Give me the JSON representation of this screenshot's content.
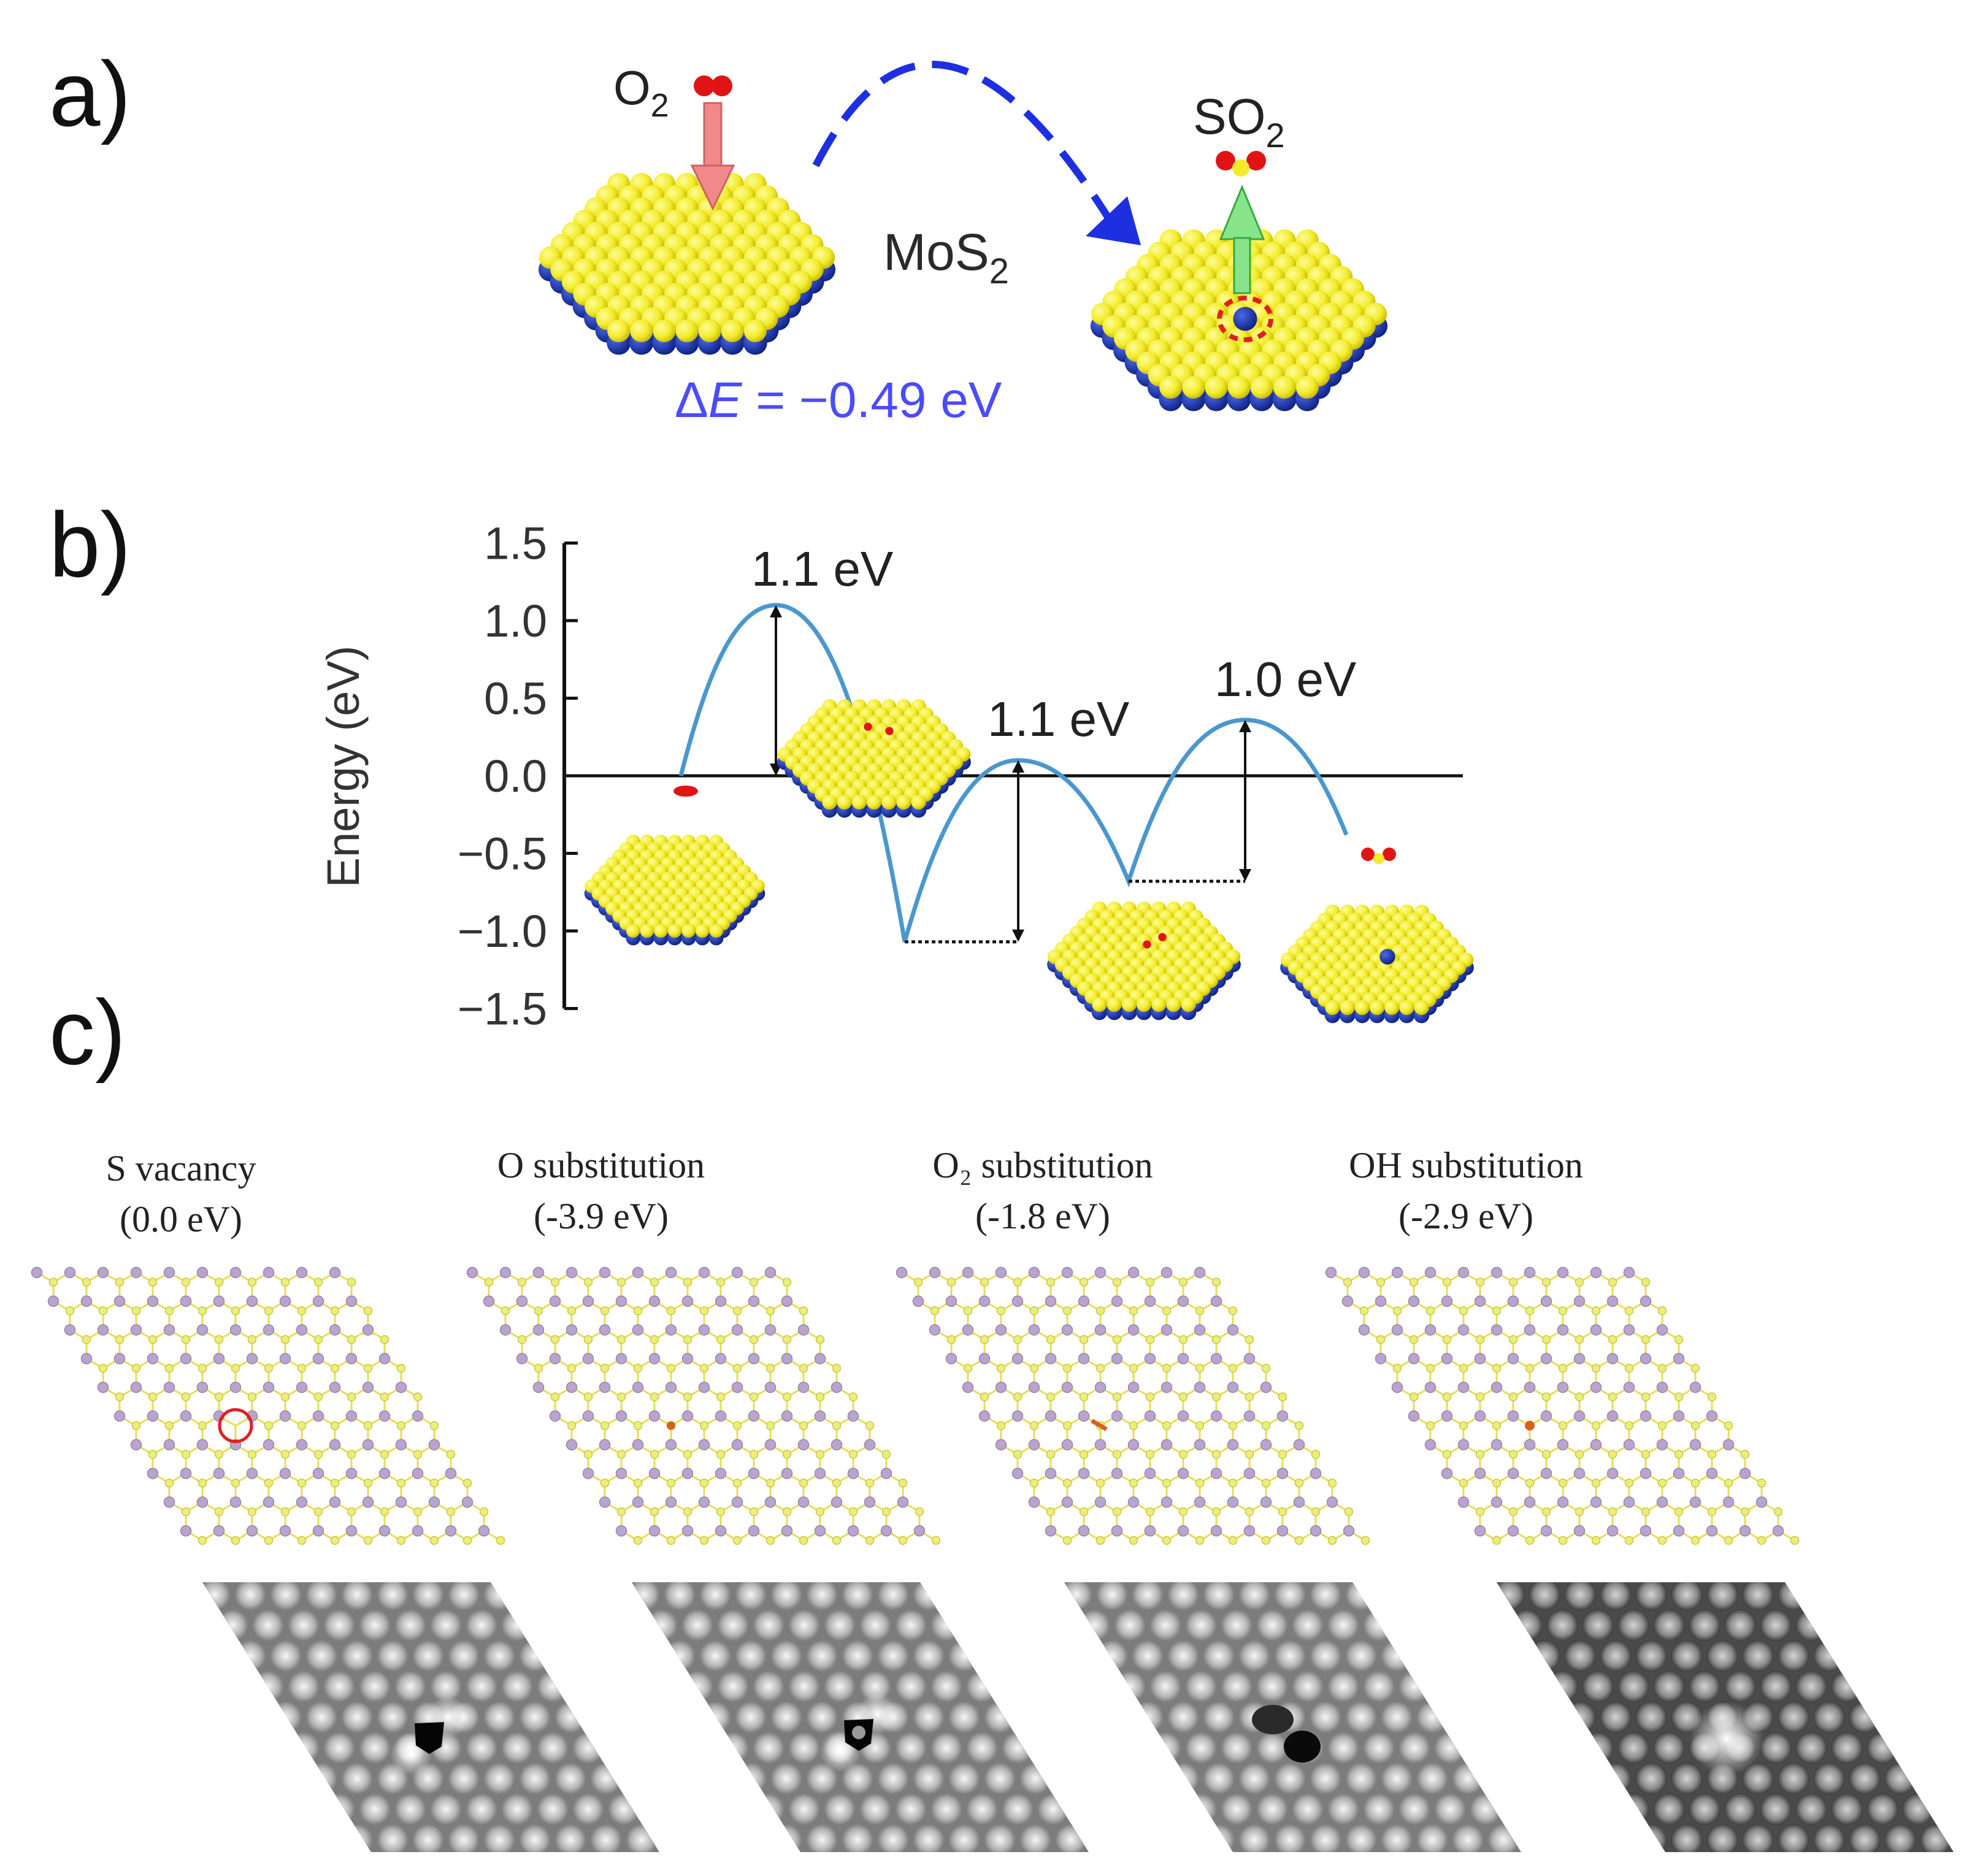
{
  "panels": {
    "a": {
      "label": "a)",
      "o2": "O",
      "o2_sub": "2",
      "so2": "SO",
      "so2_sub": "2",
      "mos2": "MoS",
      "mos2_sub": "2",
      "delta_prefix": "Δ",
      "delta_var": "E",
      "delta_value": " = −0.49 eV",
      "colors": {
        "sulfur": "#f2ec2a",
        "molybdenum": "#1f3cb4",
        "oxygen": "#e01414",
        "delta_text": "#4b4bff",
        "arrow_dash": "#1d2fe0",
        "down_arrow": "#f08a8a",
        "up_arrow": "#88e48a"
      }
    },
    "b": {
      "label": "b)",
      "ylabel": "Energy (eV)",
      "curve_color": "#4a97cf",
      "chart_data": {
        "type": "line",
        "ylabel": "Energy (eV)",
        "ylim": [
          -1.5,
          1.5
        ],
        "yticks": [
          "1.5",
          "1.0",
          "0.5",
          "0.0",
          "−0.5",
          "−1.0",
          "−1.5"
        ],
        "ytick_values": [
          1.5,
          1.0,
          0.5,
          0.0,
          -0.5,
          -1.0,
          -1.5
        ],
        "path_energies": [
          0.0,
          1.1,
          -1.07,
          0.1,
          -0.68,
          0.36,
          -0.38
        ],
        "barriers": [
          {
            "label": "1.1 eV",
            "from": 0.0,
            "to": 1.1
          },
          {
            "label": "1.1 eV",
            "from": -1.07,
            "to": 0.1
          },
          {
            "label": "1.0 eV",
            "from": -0.68,
            "to": 0.36
          }
        ]
      }
    },
    "c": {
      "label": "c)",
      "structures": [
        {
          "title": "S vacancy",
          "energy": "(0.0 eV)"
        },
        {
          "title": "O substitution",
          "energy": "(-3.9 eV)"
        },
        {
          "title": "O₂ substitution",
          "energy": "(-1.8 eV)"
        },
        {
          "title": "OH substitution",
          "energy": "(-2.9 eV)"
        }
      ],
      "colors": {
        "mo_atom": "#b8a4cc",
        "s_atom": "#eded7a",
        "bond": "#e6df52",
        "defect": "#e02020",
        "oxygen": "#d8601c"
      }
    }
  }
}
